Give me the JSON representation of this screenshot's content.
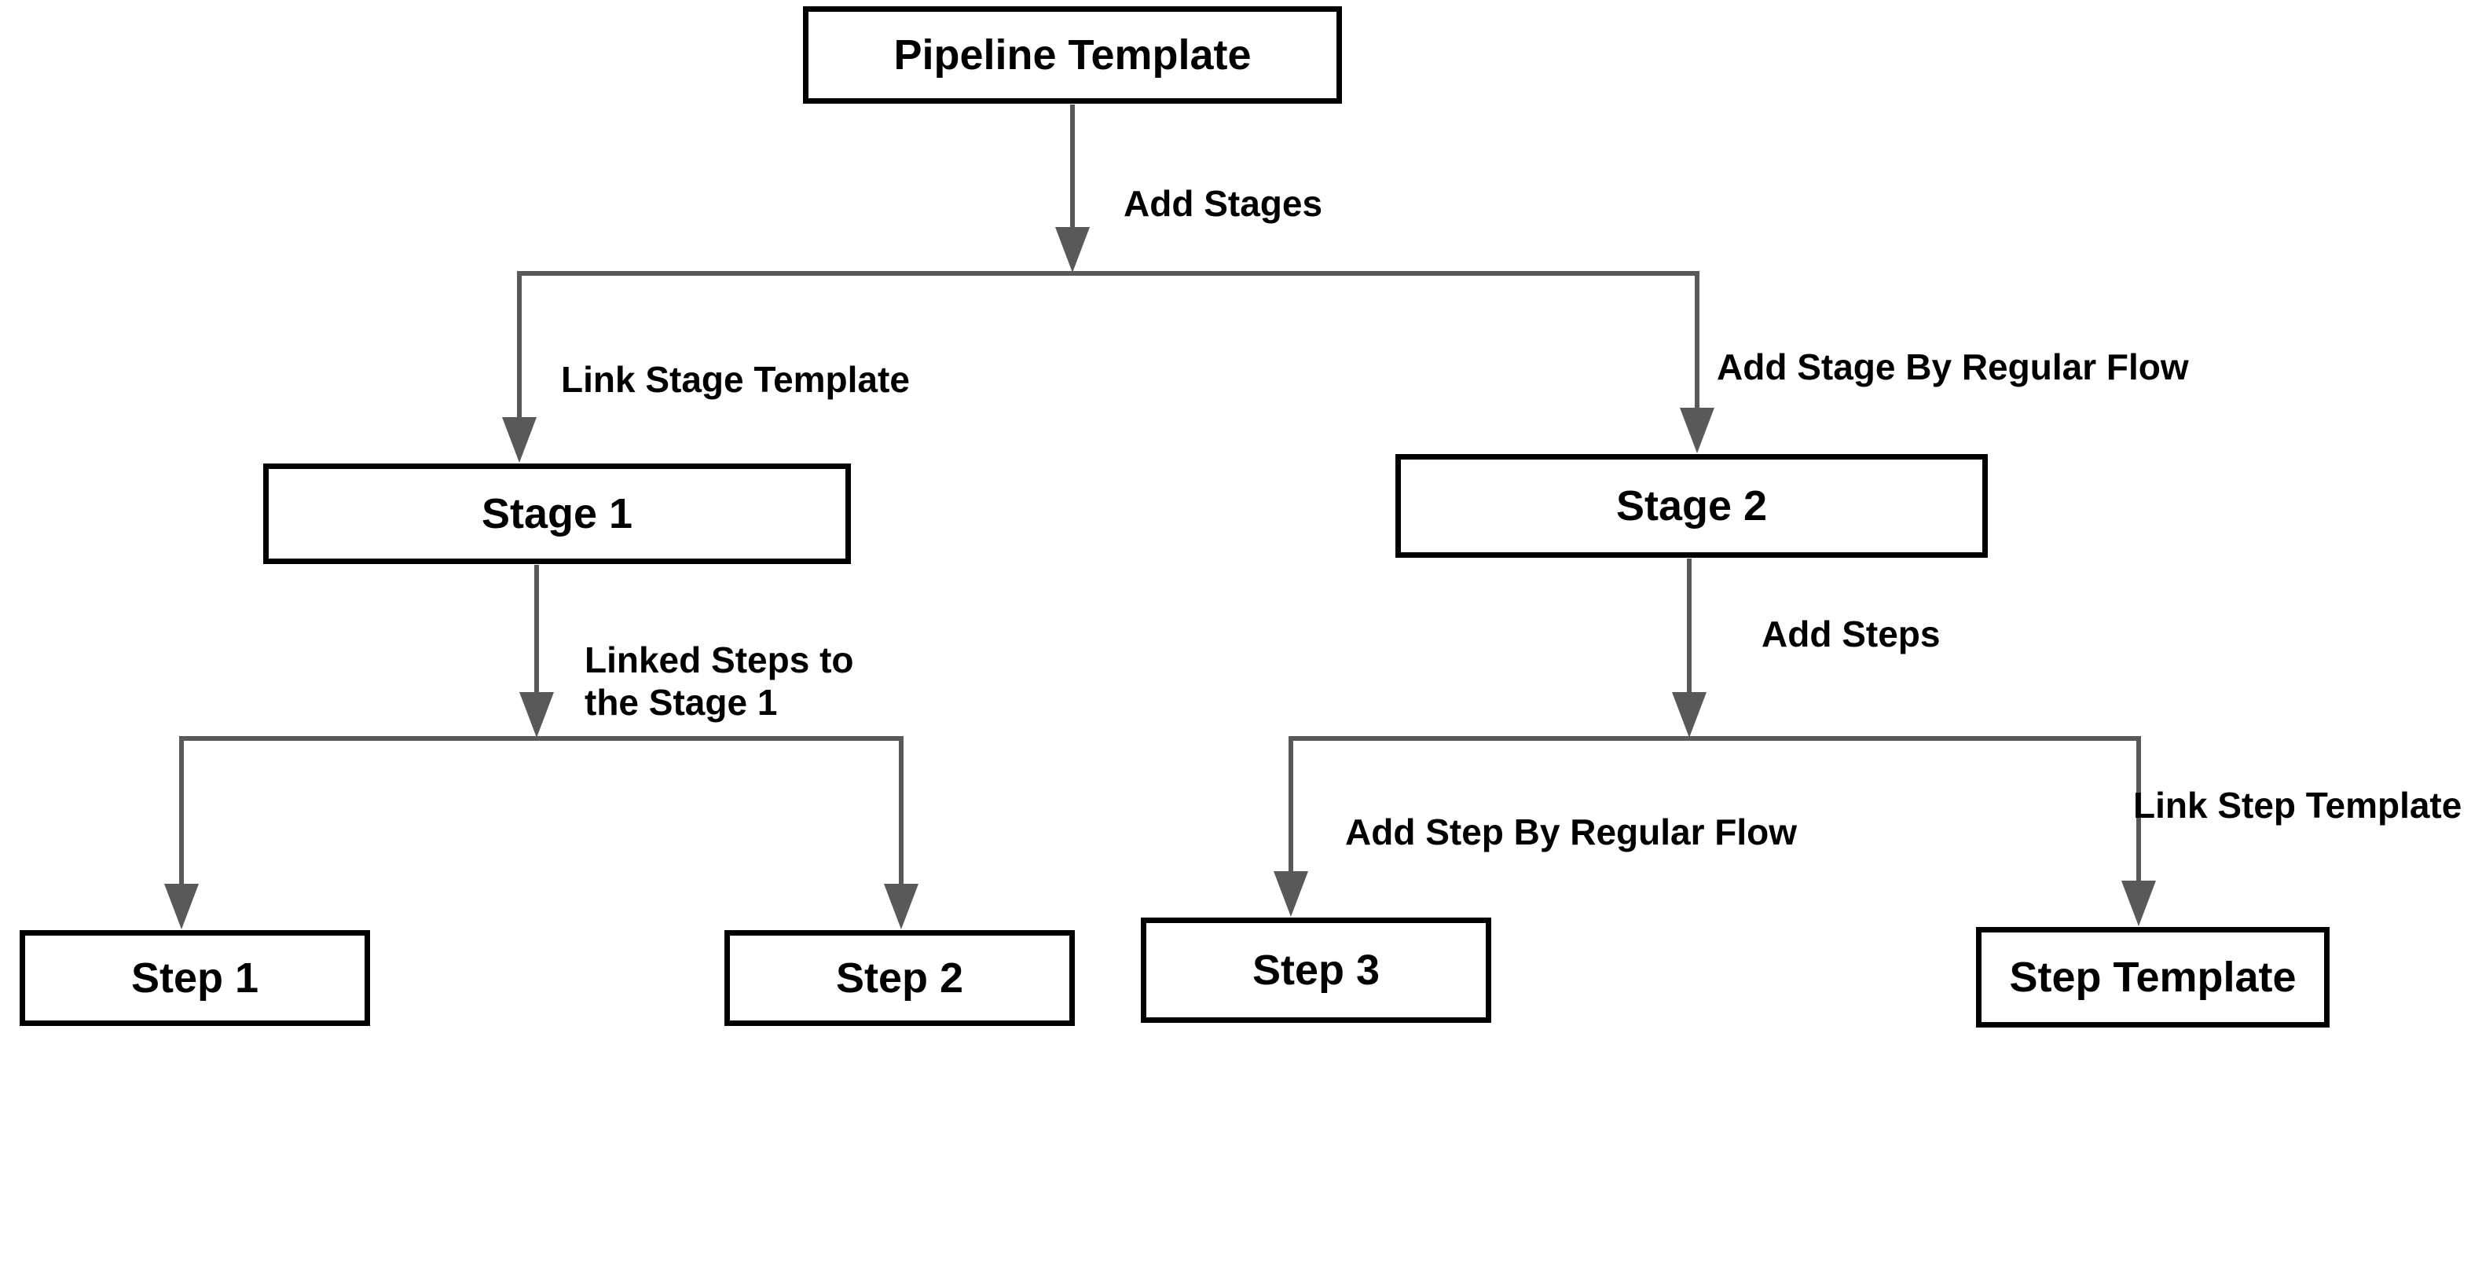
{
  "diagram": {
    "title": "Pipeline Template flowchart",
    "nodes": {
      "pipeline": {
        "label": "Pipeline Template"
      },
      "stage1": {
        "label": "Stage 1"
      },
      "stage2": {
        "label": "Stage 2"
      },
      "step1": {
        "label": "Step 1"
      },
      "step2": {
        "label": "Step 2"
      },
      "step3": {
        "label": "Step 3"
      },
      "step_template": {
        "label": "Step Template"
      }
    },
    "edge_labels": {
      "add_stages": "Add Stages",
      "link_stage_template": "Link Stage Template",
      "add_stage_by_regular_flow": "Add Stage By Regular Flow",
      "linked_steps_line1": "Linked Steps to",
      "linked_steps_line2": "the Stage 1",
      "add_steps": "Add Steps",
      "add_step_by_regular_flow": "Add Step By Regular Flow",
      "link_step_template": "Link Step Template"
    },
    "colors": {
      "line": "#595959",
      "box_border": "#000000",
      "text": "#000000",
      "background": "#ffffff"
    }
  }
}
